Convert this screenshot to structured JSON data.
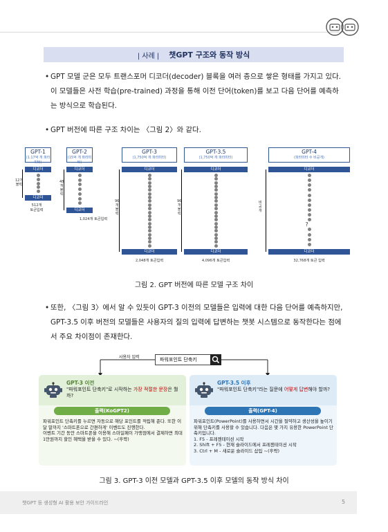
{
  "section": {
    "tag": "| 사례 |",
    "title": "챗GPT 구조와 동작 방식"
  },
  "paragraphs": [
    {
      "bullet": "•",
      "text": "GPT 모델 군은 모두 트랜스포머 디코더(decoder) 블록을 여러 층으로 쌓은 형태를 가지고 있다. 이 모델들은 사전 학습(pre-trained) 과정을 통해 이전 단어(token)를 보고 다음 단어를 예측하는 방식으로 학습된다."
    },
    {
      "bullet": "•",
      "text": "GPT 버전에 따른 구조 차이는 〈그림 2〉와 같다."
    },
    {
      "bullet": "•",
      "text": "또한, 〈그림 3〉에서 알 수 있듯이 GPT-3 이전의 모델들은 입력에 대한 다음 단어를 예측하지만, GPT-3.5 이후 버전의 모델들은 사용자의 질의 입력에 답변하는 챗봇 시스템으로 동작한다는 점에서 주요 차이점이 존재한다."
    }
  ],
  "figure2": {
    "models": [
      {
        "name": "GPT-1",
        "params": "(1.17억 개 파라미터)",
        "layers": "12개\n블럭",
        "tokens": "512개\n토큰입력"
      },
      {
        "name": "GPT-2",
        "params": "(15억 개 파라미터)",
        "layers": "48\n개\n블\n럭",
        "tokens": "1,024개 토큰입력"
      },
      {
        "name": "GPT-3",
        "params": "(1,750억 개 파라미터)",
        "layers": "96\n개\n블\n럭",
        "tokens": "2,048개 토큰입력"
      },
      {
        "name": "GPT-3.5",
        "params": "(1,750억 개 파라미터)",
        "layers": "96\n개\n블\n럭",
        "tokens": "4,096개 토큰입력"
      },
      {
        "name": "GPT-4",
        "params": "(파라미터 수 비공개)",
        "layers": "비\n공\n개",
        "tokens": "32,768개 토큰 입력"
      }
    ],
    "decoder_label": "디코더",
    "unknown_mark": "?",
    "caption": "그림 2. GPT 버전에 따른 모델 구조 차이"
  },
  "figure3": {
    "user_input_label": "사용자 입력",
    "search_text": "파워포인트 단축키",
    "left": {
      "generation": "GPT-3 이전",
      "question_pre": "\"파워포인트 단축키\"로 시작하는 ",
      "question_hl": "가장 적절한 문장",
      "question_post": "은 뭘까?",
      "output_label": "출력(KoGPT2)",
      "answer": "파워포인트 단축키를 누르면 자동으로 해당 포인트를 적립해 준다. 또한 이달 말까지 '스마트폰으로 간편하게' 이벤트도 진행한다.\n이벤트 기간 동안 스마트폰을 이용해 스마일페이 가맹점에서 결제하면 최대 1만원까지 할인 혜택을 받을 수 있다. ~(후략)",
      "head_color": "#e2efd9",
      "body_color": "#f4f9ef",
      "accent": "#548235",
      "label_color": "#70ad47"
    },
    "right": {
      "generation": "GPT-3.5 이후",
      "question_pre": "\"파워포인트 단축키\"라는 질문에 ",
      "question_hl": "어떻게 답변",
      "question_post": "해야 할까?",
      "output_label": "출력(GPT-4)",
      "answer": "파워포인트(PowerPoint)를 사용하면서 시간을 절약하고 생산성을 높이기 위해 단축키를 사용할 수 있습니다. 다음은 몇 가지 유용한 PowerPoint 단축키입니다.\n1. F5 - 프레젠테이션 시작\n2. Shift + F5 - 현재 슬라이드에서 프레젠테이션 시작\n3. Ctrl + M - 새로운 슬라이드 삽입 ~(후략)",
      "head_color": "#ddebf7",
      "body_color": "#eef5fb",
      "accent": "#2e75b6",
      "label_color": "#2e75b6"
    },
    "highlight_color": "#c00000",
    "caption": "그림 3. GPT-3 이전 모델과 GPT-3.5 이후 모델의 동작 방식 차이"
  },
  "footer": {
    "text": "챗GPT 등 생성형 AI 활용 보안 가이드라인",
    "page": "5"
  }
}
